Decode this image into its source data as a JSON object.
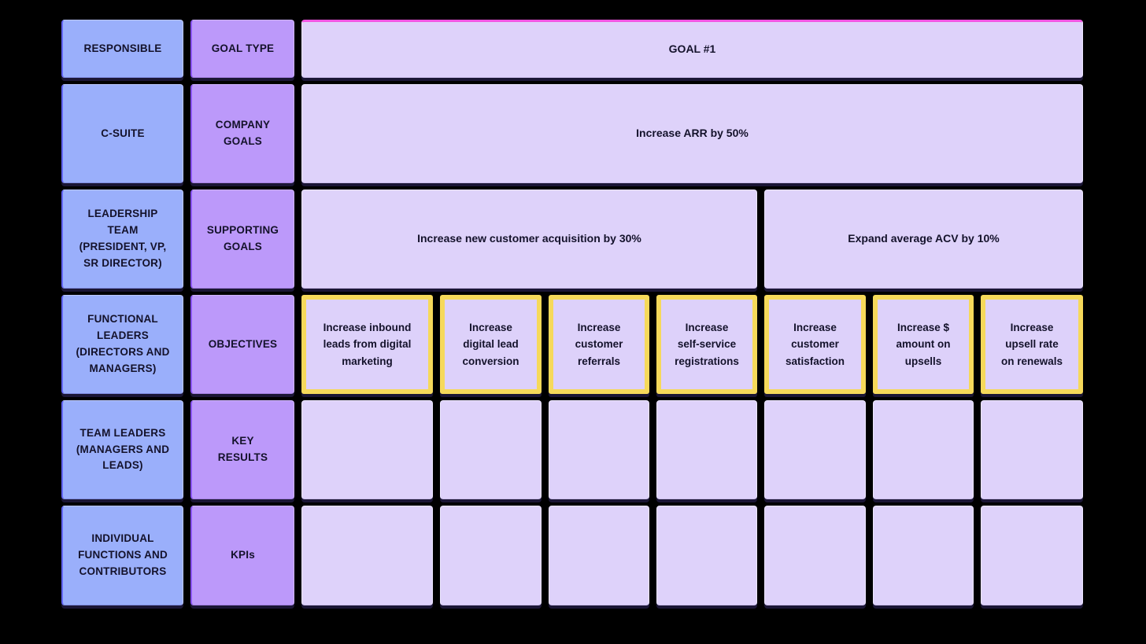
{
  "colors": {
    "background": "#000000",
    "responsible_fill": "#9aaffb",
    "goal_type_fill": "#bc99fa",
    "goal_fill": "#ded2fa",
    "objective_border": "#f6d95a",
    "goal_header_accent": "#f156e2",
    "text": "#14122b"
  },
  "header": {
    "responsible": "RESPONSIBLE",
    "goal_type": "GOAL TYPE",
    "goal": "GOAL #1"
  },
  "rows": [
    {
      "responsible": "C-SUITE",
      "goal_type": "COMPANY\nGOALS",
      "cells": [
        "Increase ARR by 50%"
      ]
    },
    {
      "responsible": "LEADERSHIP\nTEAM\n(PRESIDENT, VP,\nSR DIRECTOR)",
      "goal_type": "SUPPORTING\nGOALS",
      "cells": [
        "Increase new customer acquisition by 30%",
        "Expand average ACV by 10%"
      ]
    },
    {
      "responsible": "FUNCTIONAL\nLEADERS\n(DIRECTORS AND\nMANAGERS)",
      "goal_type": "OBJECTIVES",
      "cells": [
        "Increase inbound\nleads from digital\nmarketing",
        "Increase\ndigital lead\nconversion",
        "Increase\ncustomer\nreferrals",
        "Increase\nself-service\nregistrations",
        "Increase\ncustomer\nsatisfaction",
        "Increase $\namount on\nupsells",
        "Increase\nupsell rate\non renewals"
      ]
    },
    {
      "responsible": "TEAM LEADERS\n(MANAGERS AND\nLEADS)",
      "goal_type": "KEY\nRESULTS",
      "cells": [
        "",
        "",
        "",
        "",
        "",
        "",
        ""
      ]
    },
    {
      "responsible": "INDIVIDUAL\nFUNCTIONS AND\nCONTRIBUTORS",
      "goal_type": "KPIs",
      "cells": [
        "",
        "",
        "",
        "",
        "",
        "",
        ""
      ]
    }
  ]
}
